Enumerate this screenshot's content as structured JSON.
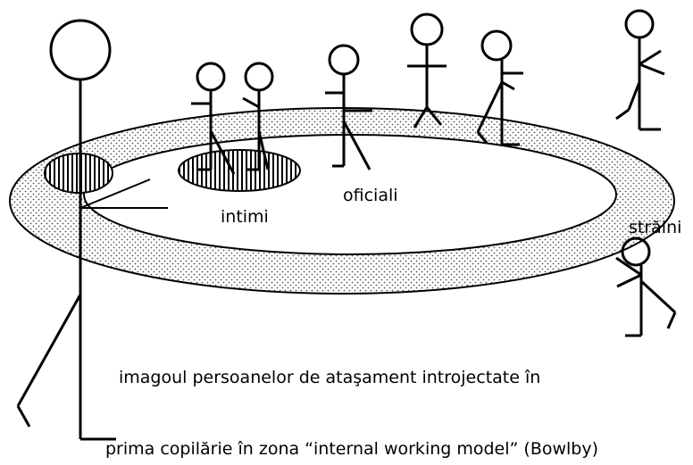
{
  "labels": {
    "intimate": "intimi",
    "official": "oficiali",
    "strangers": "străini",
    "caption_line1": "imagoul persoanelor de ataşament introjectate în",
    "caption_line2": "prima copilărie în zona “internal working model” (Bowlby)"
  },
  "colors": {
    "ink": "#000000",
    "background": "#ffffff"
  }
}
